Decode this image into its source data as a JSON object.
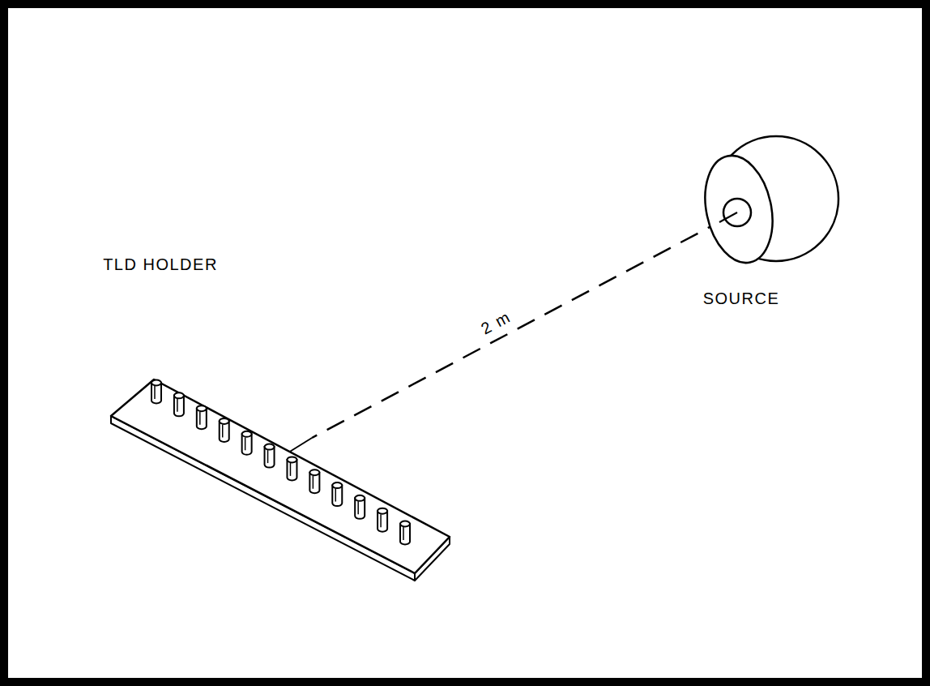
{
  "diagram": {
    "labels": [
      "TLD HOLDER",
      "2 m",
      "SOURCE"
    ]
  }
}
